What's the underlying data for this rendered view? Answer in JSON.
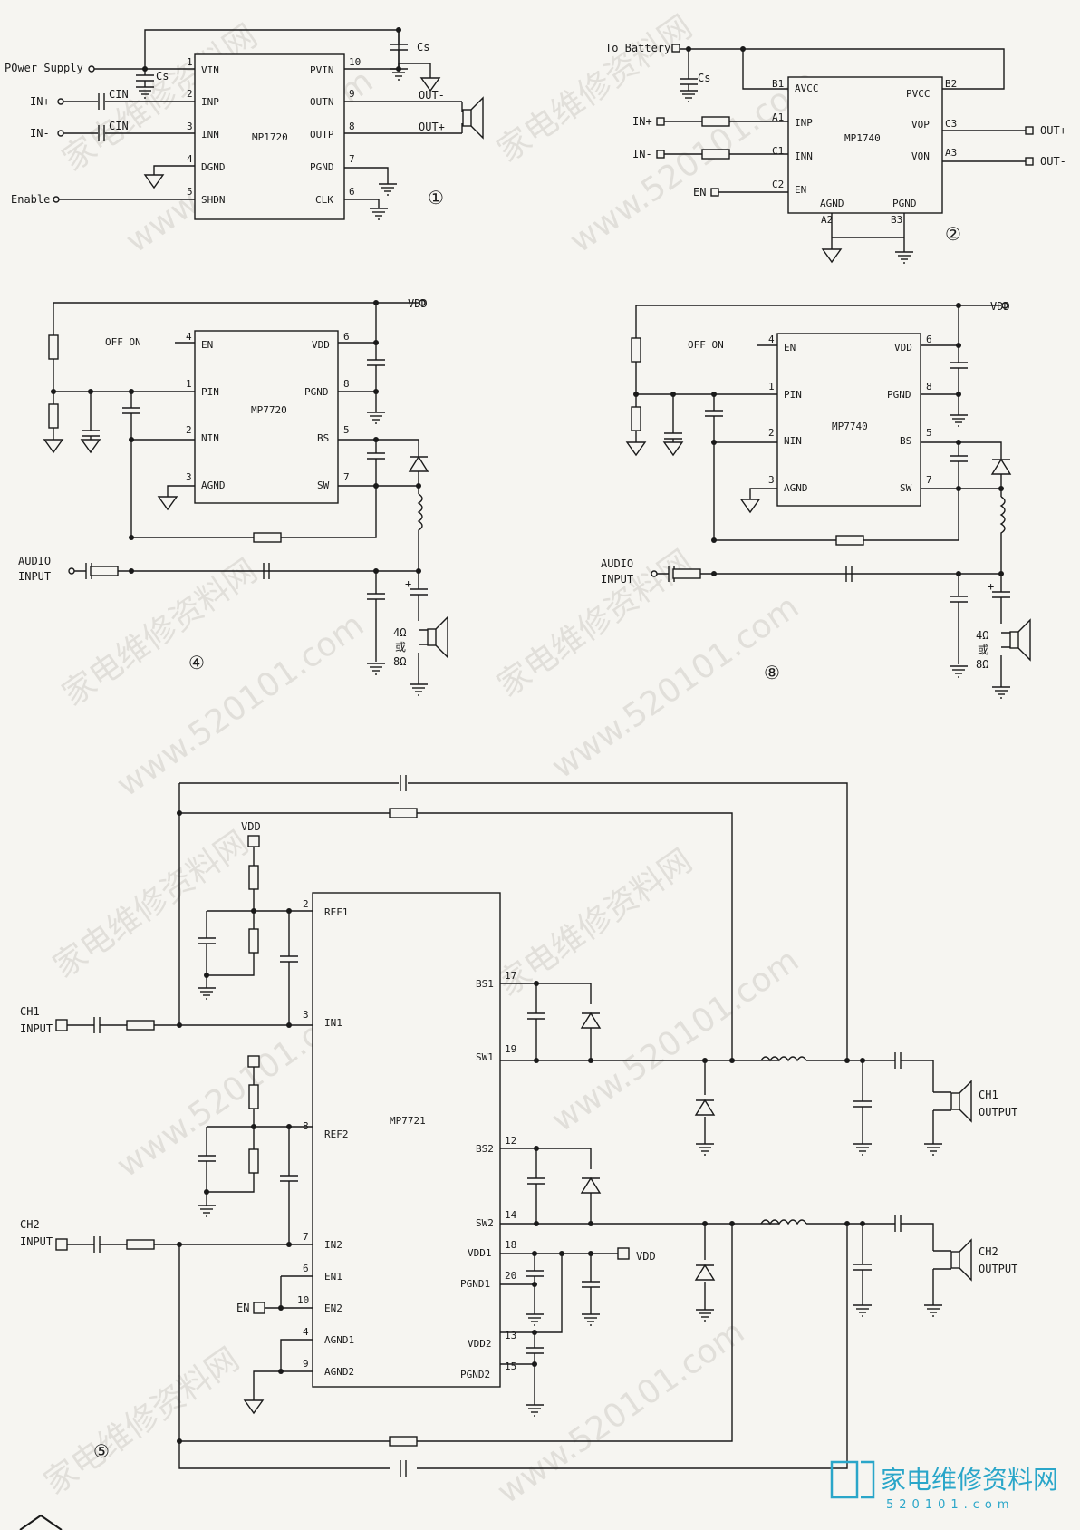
{
  "diagram1": {
    "chip": "MP1720",
    "circle": "①",
    "ext": {
      "power": "POwer Supply",
      "inp": "IN+",
      "inn": "IN-",
      "enable": "Enable",
      "outm": "OUT-",
      "outp": "OUT+",
      "cs": "Cs",
      "cs2": "Cs",
      "cin1": "CIN",
      "cin2": "CIN"
    },
    "left_pins": [
      {
        "n": "1",
        "name": "VIN"
      },
      {
        "n": "2",
        "name": "INP"
      },
      {
        "n": "3",
        "name": "INN"
      },
      {
        "n": "4",
        "name": "DGND"
      },
      {
        "n": "5",
        "name": "SHDN"
      }
    ],
    "right_pins": [
      {
        "n": "10",
        "name": "PVIN"
      },
      {
        "n": "9",
        "name": "OUTN"
      },
      {
        "n": "8",
        "name": "OUTP"
      },
      {
        "n": "7",
        "name": "PGND"
      },
      {
        "n": "6",
        "name": "CLK"
      }
    ]
  },
  "diagram2": {
    "chip": "MP1740",
    "circle": "②",
    "ext": {
      "battery": "To Battery",
      "cs": "Cs",
      "inp": "IN+",
      "inn": "IN-",
      "en": "EN",
      "outp": "OUT+",
      "outm": "OUT-"
    },
    "pins": [
      {
        "n": "B1",
        "name": "AVCC"
      },
      {
        "n": "A1",
        "name": "INP"
      },
      {
        "n": "C1",
        "name": "INN"
      },
      {
        "n": "C2",
        "name": "EN"
      },
      {
        "n": "B2",
        "name": "PVCC"
      },
      {
        "n": "C3",
        "name": "VOP"
      },
      {
        "n": "A3",
        "name": "VON"
      },
      {
        "n": "A2",
        "name": "AGND"
      },
      {
        "n": "B3",
        "name": "PGND"
      }
    ]
  },
  "diagram4": {
    "chip": "MP7720",
    "circle": "④",
    "ext": {
      "vdd": "VDD",
      "offon": "OFF ON",
      "audio1": "AUDIO",
      "audio2": "INPUT",
      "ohm1": "4Ω",
      "ohm_or": "或",
      "ohm2": "8Ω"
    },
    "left_pins": [
      {
        "n": "4",
        "name": "EN"
      },
      {
        "n": "1",
        "name": "PIN"
      },
      {
        "n": "2",
        "name": "NIN"
      },
      {
        "n": "3",
        "name": "AGND"
      }
    ],
    "right_pins": [
      {
        "n": "6",
        "name": "VDD"
      },
      {
        "n": "8",
        "name": "PGND"
      },
      {
        "n": "5",
        "name": "BS"
      },
      {
        "n": "7",
        "name": "SW"
      }
    ]
  },
  "diagram8": {
    "chip": "MP7740",
    "circle": "⑧",
    "ext": {
      "vdd": "VDD",
      "offon": "OFF ON",
      "audio1": "AUDIO",
      "audio2": "INPUT",
      "ohm1": "4Ω",
      "ohm_or": "或",
      "ohm2": "8Ω"
    },
    "left_pins": [
      {
        "n": "4",
        "name": "EN"
      },
      {
        "n": "1",
        "name": "PIN"
      },
      {
        "n": "2",
        "name": "NIN"
      },
      {
        "n": "3",
        "name": "AGND"
      }
    ],
    "right_pins": [
      {
        "n": "6",
        "name": "VDD"
      },
      {
        "n": "8",
        "name": "PGND"
      },
      {
        "n": "5",
        "name": "BS"
      },
      {
        "n": "7",
        "name": "SW"
      }
    ]
  },
  "diagram5": {
    "chip": "MP7721",
    "circle": "⑤",
    "ext": {
      "vdd": "VDD",
      "vdd_r": "VDD",
      "ch1_1": "CH1",
      "ch1_2": "INPUT",
      "ch2_1": "CH2",
      "ch2_2": "INPUT",
      "en": "EN",
      "out1_1": "CH1",
      "out1_2": "OUTPUT",
      "out2_1": "CH2",
      "out2_2": "OUTPUT"
    },
    "left_pins": [
      {
        "n": "2",
        "name": "REF1"
      },
      {
        "n": "3",
        "name": "IN1"
      },
      {
        "n": "8",
        "name": "REF2"
      },
      {
        "n": "7",
        "name": "IN2"
      },
      {
        "n": "6",
        "name": "EN1"
      },
      {
        "n": "10",
        "name": "EN2"
      },
      {
        "n": "4",
        "name": "AGND1"
      },
      {
        "n": "9",
        "name": "AGND2"
      }
    ],
    "right_pins": [
      {
        "n": "17",
        "name": "BS1"
      },
      {
        "n": "19",
        "name": "SW1"
      },
      {
        "n": "12",
        "name": "BS2"
      },
      {
        "n": "14",
        "name": "SW2"
      },
      {
        "n": "18",
        "name": "VDD1"
      },
      {
        "n": "20",
        "name": "PGND1"
      },
      {
        "n": "13",
        "name": "VDD2"
      },
      {
        "n": "15",
        "name": "PGND2"
      }
    ]
  },
  "watermark": {
    "cn": "家电维修资料网",
    "url": "www.520101.com"
  },
  "logo": {
    "cn": "家电维修资料网",
    "url": "520101.com"
  }
}
